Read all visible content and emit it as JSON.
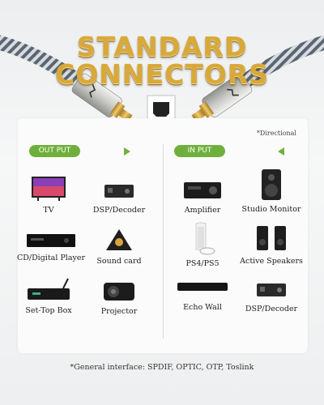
{
  "title": {
    "line1": "STANDARD",
    "line2": "CONNECTORS"
  },
  "note": "*Directional",
  "output": {
    "label": "OUT PUT",
    "devices": [
      {
        "label": "TV"
      },
      {
        "label": "DSP/Decoder"
      },
      {
        "label": "CD/Digital Player"
      },
      {
        "label": "Sound card"
      },
      {
        "label": "Set-Top Box"
      },
      {
        "label": "Projector"
      }
    ]
  },
  "input": {
    "label": "IN PUT",
    "devices": [
      {
        "label": "Amplifier"
      },
      {
        "label": "Studio Monitor"
      },
      {
        "label": "PS4/PS5"
      },
      {
        "label": "Active Speakers"
      },
      {
        "label": "Echo Wall"
      },
      {
        "label": "DSP/Decoder"
      }
    ]
  },
  "footer": "*General interface: SPDIF, OPTIC, OTP, Toslink",
  "colors": {
    "accent_green": "#6fb03c",
    "title_gold": "#d8a93a",
    "connector_gold": "#c9a03a"
  }
}
